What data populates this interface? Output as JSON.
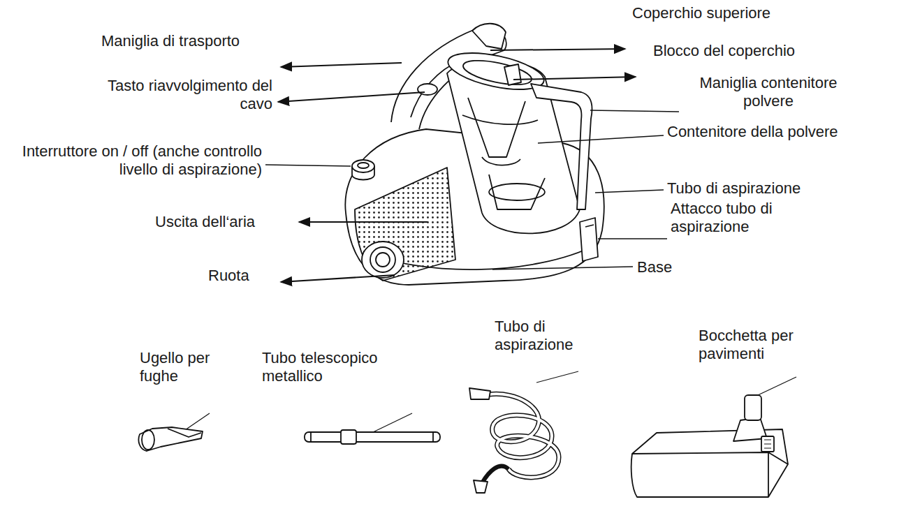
{
  "diagram": {
    "labels": [
      "Coperchio superiore",
      "Maniglia di trasporto",
      "Blocco del coperchio",
      "Tasto riavvolgimento del cavo",
      "Maniglia contenitore polvere",
      "Contenitore della polvere",
      "Interruttore on / off (anche controllo livello di aspirazione)",
      "Tubo di aspirazione",
      "Attacco tubo di aspirazione",
      "Uscita dell‘aria",
      "Base",
      "Ruota",
      "Ugello per fughe",
      "Tubo telescopico metallico",
      "Tubo di aspirazione",
      "Bocchetta per pavimenti"
    ]
  }
}
